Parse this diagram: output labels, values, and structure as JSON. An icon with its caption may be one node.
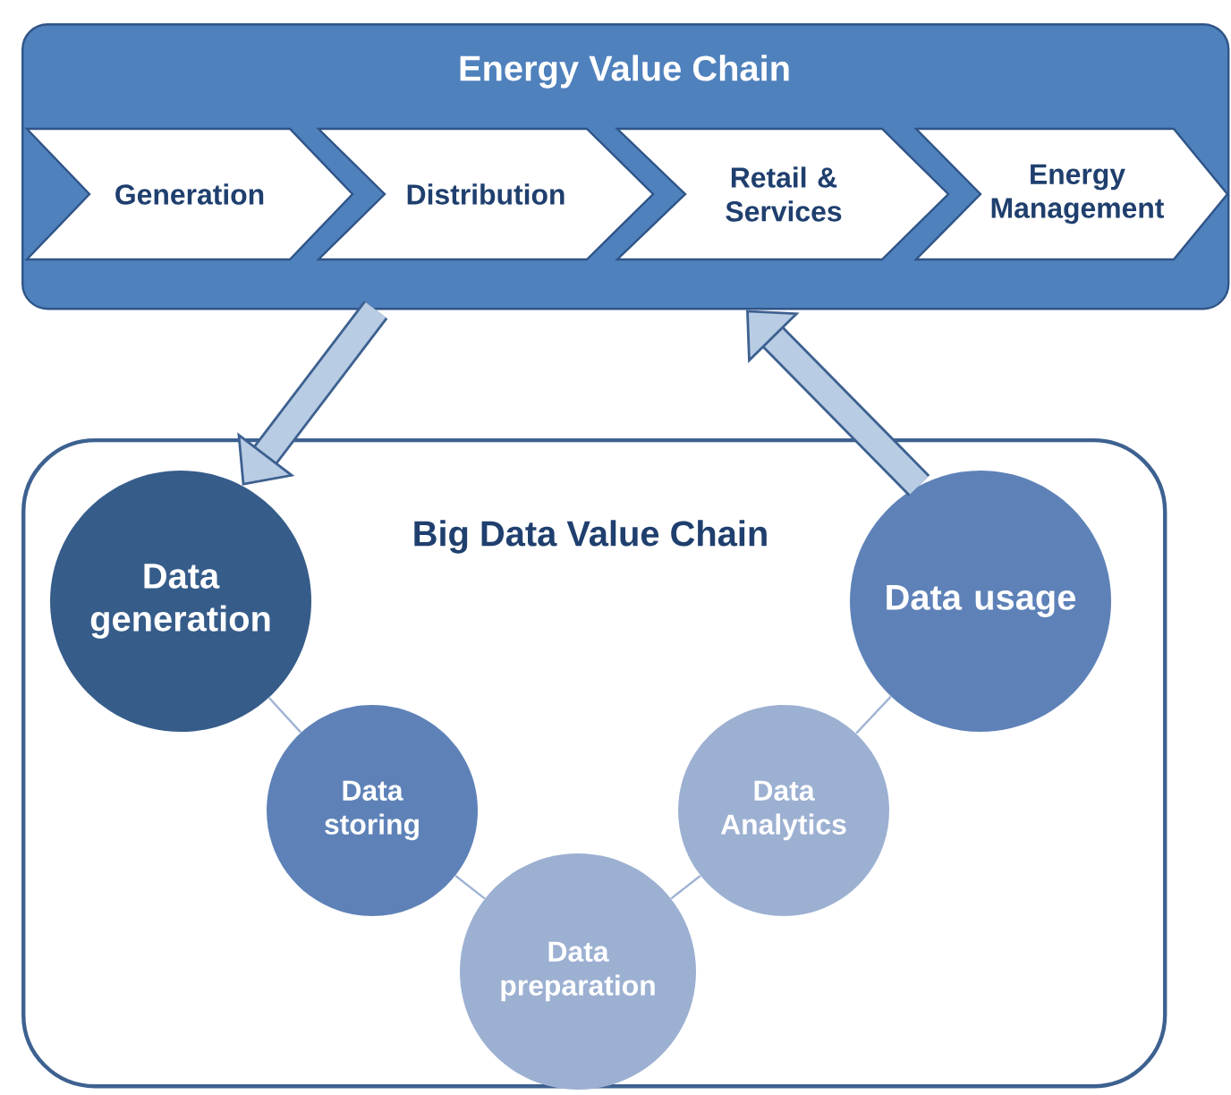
{
  "diagram": {
    "nodes": [
      {
        "text": [
          "Energy Value Chain"
        ]
      },
      {
        "text": [
          "Generation"
        ],
        "in": 0
      },
      {
        "text": [
          "Distribution"
        ],
        "in": 0
      },
      {
        "text": [
          "Retail & Services"
        ],
        "in": 0
      },
      {
        "text": [
          "Energy Management"
        ],
        "in": 0
      },
      {
        "text": [
          "Big Data Value Chain"
        ]
      },
      {
        "text": [
          "Data generation"
        ],
        "in": 5
      },
      {
        "text": [
          "Data storing"
        ],
        "in": 5
      },
      {
        "text": [
          "Data preparation"
        ],
        "in": 5
      },
      {
        "text": [
          "Data Analytics"
        ],
        "in": 5
      },
      {
        "text": [
          "Data usage"
        ],
        "in": 5
      }
    ],
    "edges": [
      {
        "from": 0,
        "to": 6,
        "arrow": "to",
        "style": "thick",
        "color": "#3d6190"
      },
      {
        "from": 10,
        "to": 0,
        "arrow": "to",
        "style": "thick",
        "color": "#3d6190"
      },
      {
        "from": 6,
        "to": 7,
        "arrow": "none"
      },
      {
        "from": 7,
        "to": 8,
        "arrow": "none"
      },
      {
        "from": 8,
        "to": 9,
        "arrow": "none"
      },
      {
        "from": 9,
        "to": 10,
        "arrow": "none"
      }
    ]
  }
}
